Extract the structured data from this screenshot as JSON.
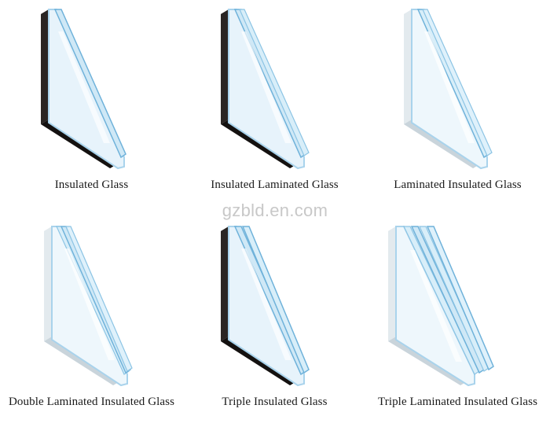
{
  "watermark": "gzbld.en.com",
  "colors": {
    "glass_light": "#e7f3fb",
    "glass_edge": "#a9d3ec",
    "glass_edge_dark": "#6fb2da",
    "spacer_dark": "#1e1a19",
    "spacer_light": "#d9e1e6"
  },
  "items": [
    {
      "label": "Insulated Glass"
    },
    {
      "label": "Insulated Laminated Glass"
    },
    {
      "label": "Laminated Insulated Glass"
    },
    {
      "label": "Double Laminated Insulated Glass"
    },
    {
      "label": "Triple Insulated Glass"
    },
    {
      "label": "Triple Laminated Insulated Glass"
    }
  ]
}
